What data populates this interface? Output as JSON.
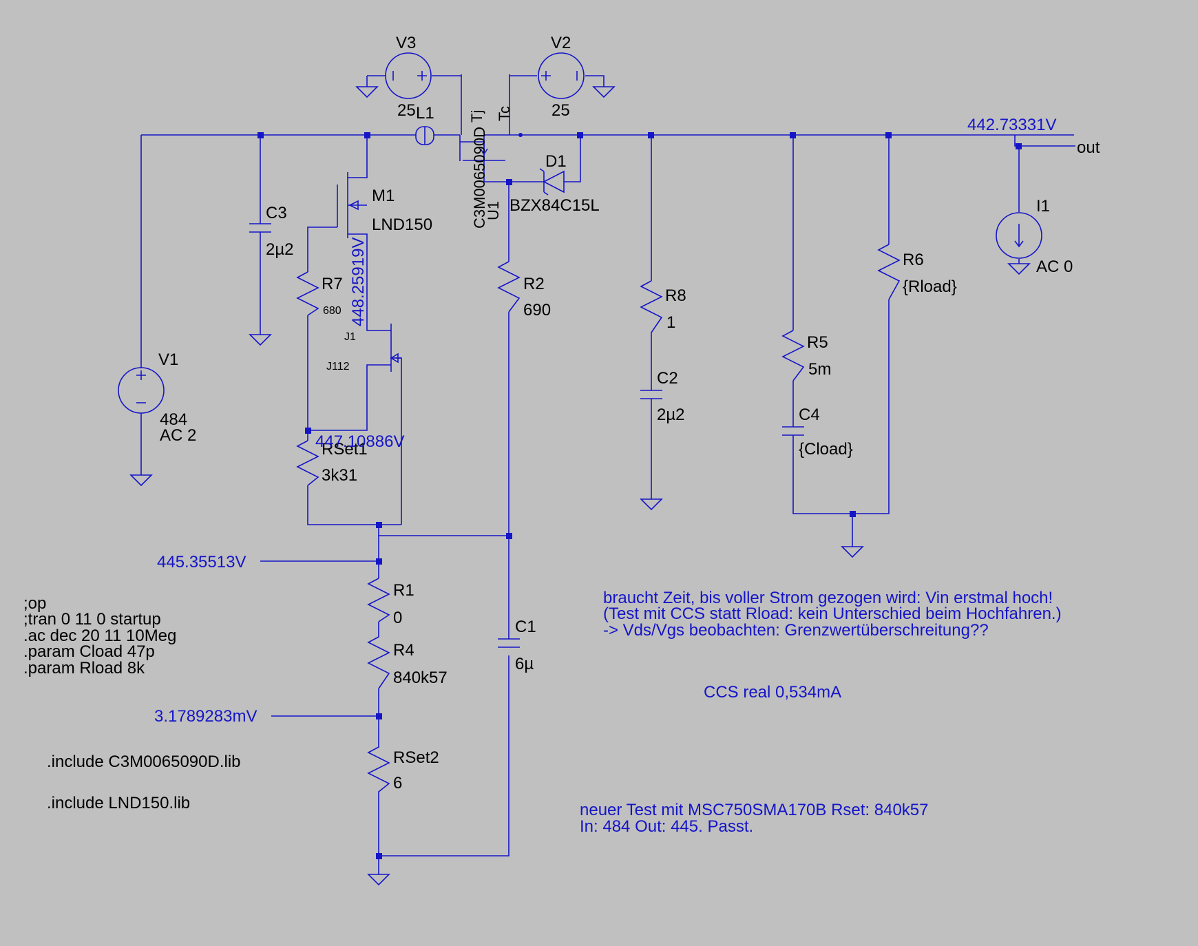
{
  "colors": {
    "background": "#c0c0c0",
    "wire": "#1515c8",
    "text": "#000000",
    "annotation": "#1515c8"
  },
  "components": {
    "V1": {
      "name": "V1",
      "value": "484",
      "ac": "AC 2"
    },
    "V2": {
      "name": "V2",
      "value": "25"
    },
    "V3": {
      "name": "V3",
      "value": "25"
    },
    "L1": {
      "name": "L1"
    },
    "U1": {
      "name": "U1",
      "model": "C3M0065090D",
      "pin_tj": "Tj",
      "pin_tc": "Tc"
    },
    "D1": {
      "name": "D1",
      "model": "BZX84C15L"
    },
    "M1": {
      "name": "M1",
      "model": "LND150"
    },
    "J1": {
      "name": "J1",
      "model": "J112"
    },
    "C1": {
      "name": "C1",
      "value": "6µ"
    },
    "C2": {
      "name": "C2",
      "value": "2µ2"
    },
    "C3": {
      "name": "C3",
      "value": "2µ2"
    },
    "C4": {
      "name": "C4",
      "value": "{Cload}"
    },
    "R1": {
      "name": "R1",
      "value": "0"
    },
    "R2": {
      "name": "R2",
      "value": "690"
    },
    "R4": {
      "name": "R4",
      "value": "840k57"
    },
    "R5": {
      "name": "R5",
      "value": "5m"
    },
    "R6": {
      "name": "R6",
      "value": "{Rload}"
    },
    "R7": {
      "name": "R7",
      "value": "680"
    },
    "R8": {
      "name": "R8",
      "value": "1"
    },
    "RSet1": {
      "name": "RSet1",
      "value": "3k31"
    },
    "RSet2": {
      "name": "RSet2",
      "value": "6"
    },
    "I1": {
      "name": "I1",
      "value": "AC 0"
    }
  },
  "node_voltages": {
    "out": "442.73331V",
    "m1_source": "448.25919V",
    "j1_source": "447.10886V",
    "r1_top": "445.35513V",
    "r4_bottom": "3.1789283mV"
  },
  "net_labels": {
    "out": "out"
  },
  "directives": [
    ";op",
    ";tran 0 11 0 startup",
    ".ac dec 20 11 10Meg",
    ".param Cload 47p",
    ".param Rload 8k"
  ],
  "includes": [
    ".include C3M0065090D.lib",
    ".include LND150.lib"
  ],
  "comments": {
    "note1": [
      "braucht Zeit, bis voller Strom gezogen wird: Vin erstmal hoch!",
      "(Test mit CCS statt Rload: kein Unterschied beim Hochfahren.)",
      "-> Vds/Vgs beobachten: Grenzwertüberschreitung??"
    ],
    "ccs": "CCS real 0,534mA",
    "note2": [
      "neuer Test mit MSC750SMA170B Rset: 840k57",
      "In: 484 Out: 445. Passt."
    ]
  }
}
